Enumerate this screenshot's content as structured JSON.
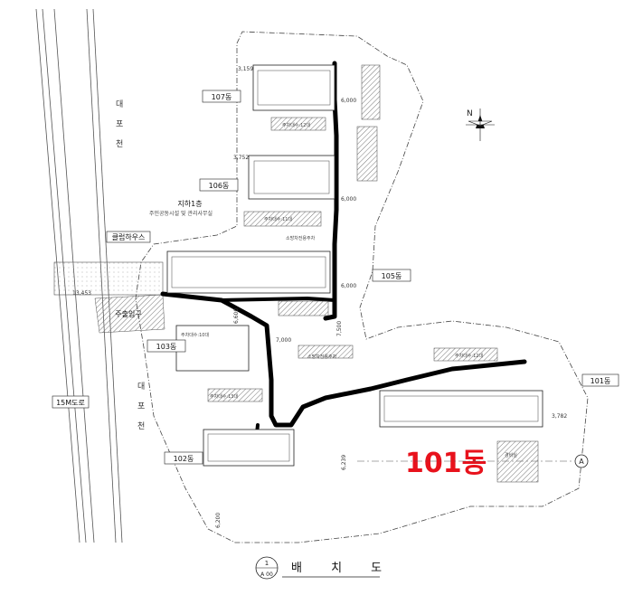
{
  "buildings": {
    "b107": "107동",
    "b106": "106동",
    "b105": "105동",
    "b103": "103동",
    "b102": "102동",
    "b101": "101동",
    "b101_highlight": "101동"
  },
  "annotations": {
    "basement": "지하1층",
    "basement_sub": "주민공동시설 및 관리사무실",
    "clubhouse": "클럽하우스",
    "entrance": "주출입구",
    "road": "15M도로",
    "river_top": [
      "대",
      "포",
      "천"
    ],
    "river_bottom": [
      "대",
      "포",
      "천"
    ],
    "parking_labels": [
      "주차대수:12대",
      "주차대수:11대",
      "주차대수:10대",
      "주차대수:13대",
      "주차대수:12대"
    ],
    "fire_zone": "소방차전용주차",
    "guardhouse": "경비실"
  },
  "dimensions": {
    "d6000a": "6,000",
    "d6000b": "6,000",
    "d6000c": "6,000",
    "d7500": "7,500",
    "d7000": "7,000",
    "d6600": "6,600",
    "d13453": "13,453",
    "d3782": "3,782",
    "d6239": "6,239",
    "d6200": "6,200",
    "d3159": "3,159",
    "d3752": "3,752"
  },
  "markers": {
    "grid": "A",
    "north": "N",
    "section_num": "1",
    "section_sheet": "A 00"
  },
  "drawing_title": "배 치 도",
  "colors": {
    "highlight": "#e8121c",
    "road_line": "#000000",
    "hatch": "#888888"
  }
}
